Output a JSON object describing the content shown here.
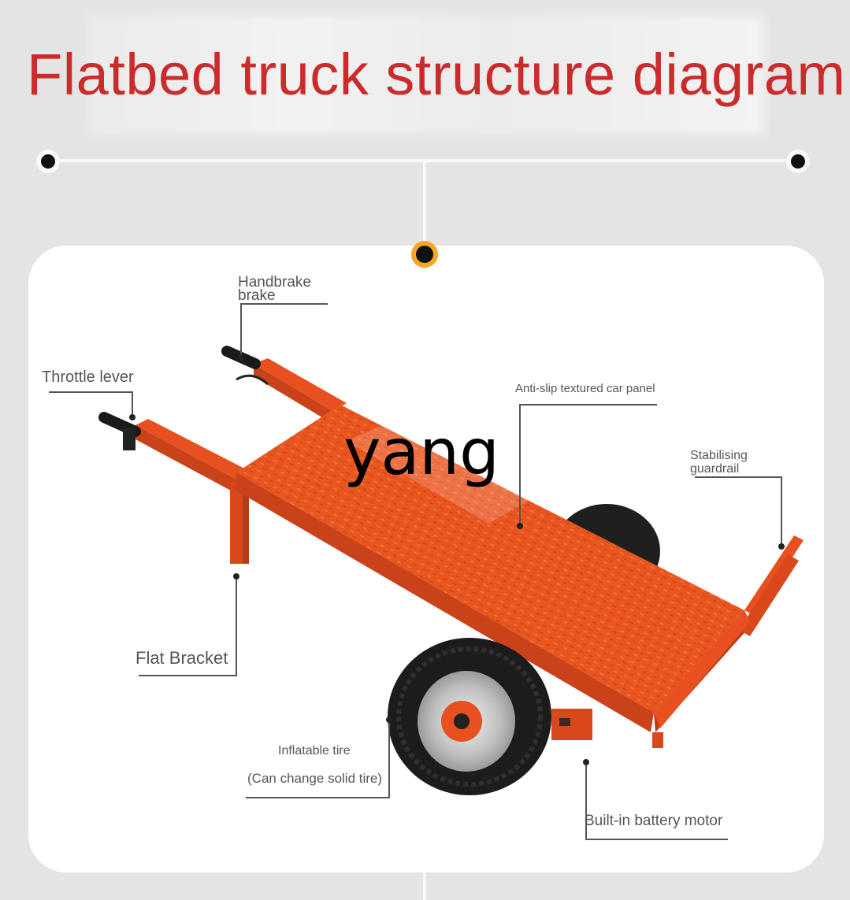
{
  "title": "Flatbed truck structure diagram",
  "watermark": "yang",
  "colors": {
    "title": "#cc2b2b",
    "cart_body": "#e8501f",
    "node_ring": "#f5a623"
  },
  "labels": {
    "handbrake_line1": "Handbrake",
    "handbrake_line2": "brake",
    "throttle": "Throttle lever",
    "panel": "Anti-slip textured car panel",
    "guardrail_line1": "Stabilising",
    "guardrail_line2": "guardrail",
    "bracket": "Flat Bracket",
    "tire_line1": "Inflatable tire",
    "tire_line2": "(Can change solid tire)",
    "motor": "Built-in battery motor"
  }
}
